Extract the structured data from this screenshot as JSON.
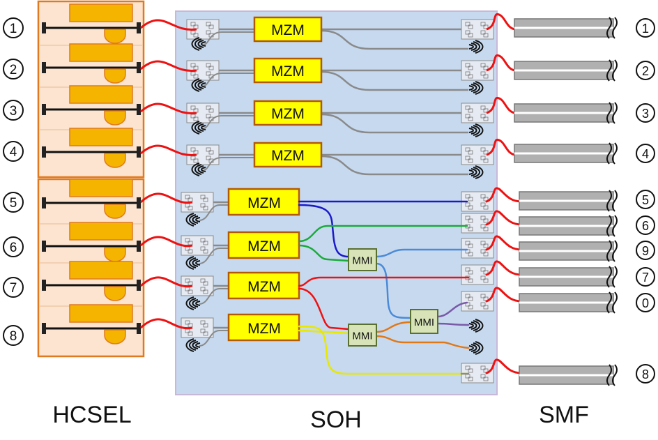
{
  "labels": {
    "left": "HCSEL",
    "center": "SOH",
    "right": "SMF"
  },
  "left_numbers": [
    "1",
    "2",
    "3",
    "4",
    "5",
    "6",
    "7",
    "8"
  ],
  "right_numbers": [
    "1",
    "2",
    "3",
    "4",
    "5",
    "6",
    "9",
    "7",
    "0",
    "8"
  ],
  "modulator_label": "MZM",
  "mmi_label": "MMI",
  "colors": {
    "laser_panel": "#fce4d0",
    "laser_border": "#e07a20",
    "laser_chip": "#f5b400",
    "soh_bg": "#c6d9ef",
    "mzm_fill": "#ffff00",
    "mzm_border": "#b35a00",
    "mmi_fill": "#d8e4b8",
    "mmi_border": "#5a7030",
    "red_wire": "#ee1111",
    "gray_wg": "#8a8a8a",
    "blue_wg": "#1a1acc",
    "green_wg": "#1aaa3a",
    "lightblue_wg": "#4a8ad8",
    "orange_wg": "#e07818",
    "purple_wg": "#7a5aa8",
    "yellow_wg": "#e8e800",
    "fiber": "#b0b0b0"
  }
}
